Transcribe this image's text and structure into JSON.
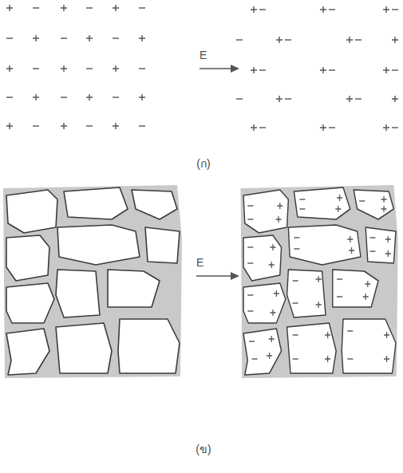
{
  "diagram": {
    "labels": [
      "E",
      "(ก)",
      "E",
      "(ข)"
    ]
  }
}
